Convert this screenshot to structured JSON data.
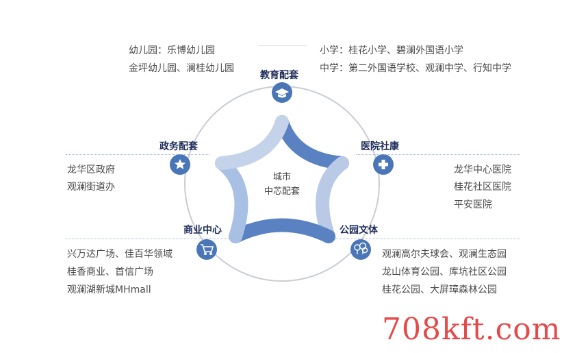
{
  "center": {
    "line1": "城市",
    "line2": "中芯配套"
  },
  "nodes": {
    "education": {
      "title": "教育配套",
      "icon": "graduation-cap-icon",
      "left_lines": [
        "幼儿园：乐博幼儿园",
        "金坪幼儿园、澜桂幼儿园"
      ],
      "right_lines": [
        "小学：桂花小学、碧澜外国语小学",
        "中学：第二外国语学校、观澜中学、行知中学"
      ]
    },
    "government": {
      "title": "政务配套",
      "icon": "star-icon",
      "lines": [
        "龙华区政府",
        "观澜街道办"
      ]
    },
    "medical": {
      "title": "医院社康",
      "icon": "medical-cross-icon",
      "lines": [
        "龙华中心医院",
        "桂花社区医院",
        "平安医院"
      ]
    },
    "commerce": {
      "title": "商业中心",
      "icon": "shopping-cart-icon",
      "lines": [
        "兴万达广场、佳百华领域",
        "桂香商业、首信广场",
        "观澜湖新城MHmall"
      ]
    },
    "park": {
      "title": "公园文体",
      "icon": "tree-icon",
      "lines": [
        "观澜高尔夫球会、观澜生态园",
        "龙山体育公园、库坑社区公园",
        "桂花公园、大屏璋森林公园"
      ]
    }
  },
  "colors": {
    "accent": "#4a76b8",
    "accent_dark": "#5a82c2",
    "accent_light": "#b9c9e6",
    "title": "#1f2d5a",
    "text": "#4a4a4a",
    "ring": "#c8ccd6",
    "watermark": "#e44a4a"
  },
  "watermark": "708kft.com"
}
